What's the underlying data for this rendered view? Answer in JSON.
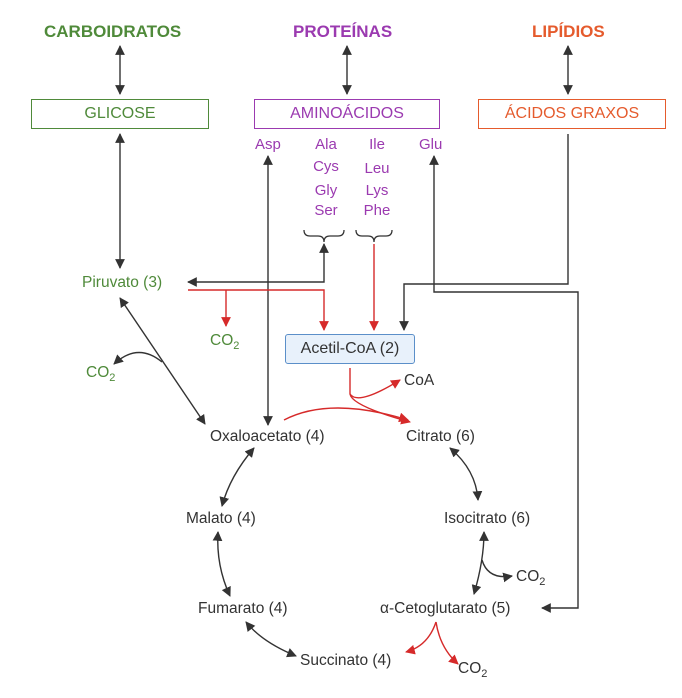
{
  "colors": {
    "carb": "#4f8a3a",
    "prot": "#9b3ab0",
    "lip": "#e55b2d",
    "arrow": "#333333",
    "red": "#d62a2a",
    "box_blue": "#5b8fc9",
    "box_blue_fill": "#e8f1fb"
  },
  "headers": {
    "carboidratos": "CARBOIDRATOS",
    "proteinas": "PROTEÍNAS",
    "lipidios": "LIPÍDIOS"
  },
  "boxes": {
    "glicose": "GLICOSE",
    "aminoacidos": "AMINOÁCIDOS",
    "acidos_graxos": "ÁCIDOS GRAXOS",
    "acetil_coa": "Acetil-CoA (2)"
  },
  "amino_acids": {
    "asp": "Asp",
    "ala": "Ala",
    "cys": "Cys",
    "gly": "Gly",
    "ser": "Ser",
    "ile": "Ile",
    "leu": "Leu",
    "lys": "Lys",
    "phe": "Phe",
    "glu": "Glu"
  },
  "metabolites": {
    "piruvato": "Piruvato (3)",
    "oxaloacetato": "Oxaloacetato (4)",
    "citrato": "Citrato (6)",
    "isocitrato": "Isocitrato (6)",
    "cetoglutarato": "α-Cetoglutarato (5)",
    "succinato": "Succinato (4)",
    "fumarato": "Fumarato (4)",
    "malato": "Malato (4)",
    "coa": "CoA"
  },
  "co2": {
    "co": "CO",
    "sub": "2"
  }
}
